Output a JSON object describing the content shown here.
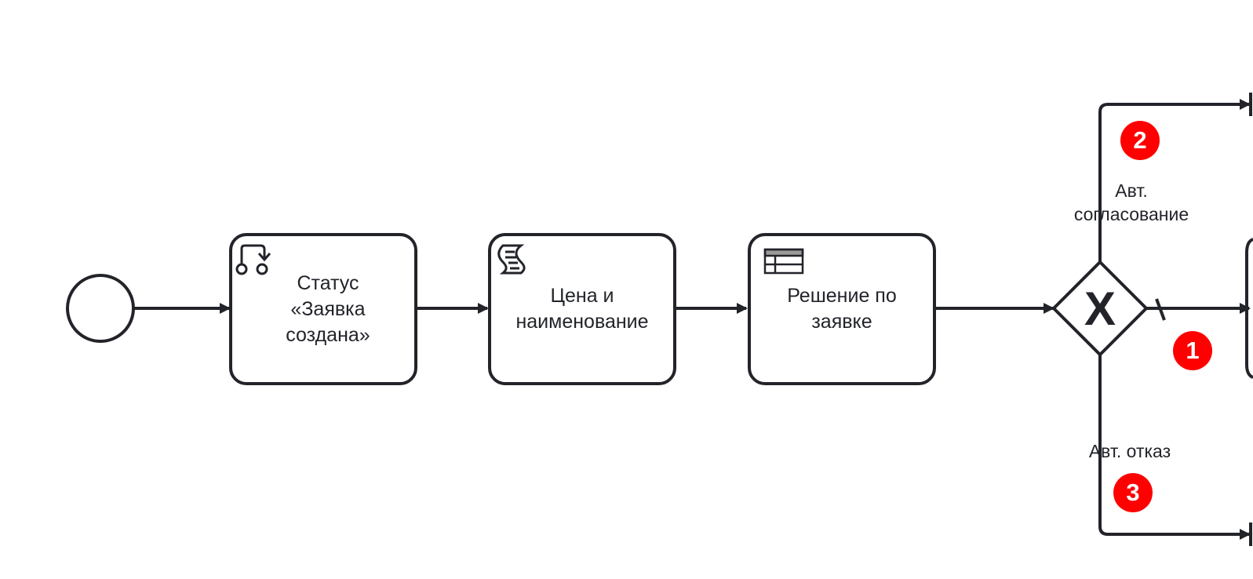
{
  "diagram": {
    "tasks": [
      {
        "id": "task-status",
        "type": "manual",
        "label": "Статус\n«Заявка\nсоздана»"
      },
      {
        "id": "task-price",
        "type": "script",
        "label": "Цена и\nнаименование"
      },
      {
        "id": "task-decision",
        "type": "business-rule",
        "label": "Решение по\nзаявке"
      }
    ],
    "gateway": {
      "type": "exclusive",
      "symbol": "X"
    },
    "flows": {
      "approve_label": "Авт.\nсогласование",
      "reject_label": "Авт. отказ"
    },
    "badges": [
      "1",
      "2",
      "3"
    ],
    "colors": {
      "stroke": "#22242a",
      "badge": "#ff0000",
      "badge_text": "#ffffff"
    },
    "icons": {
      "task-status": "manual-task-icon",
      "task-price": "script-task-icon",
      "task-decision": "business-rule-table-icon"
    }
  }
}
